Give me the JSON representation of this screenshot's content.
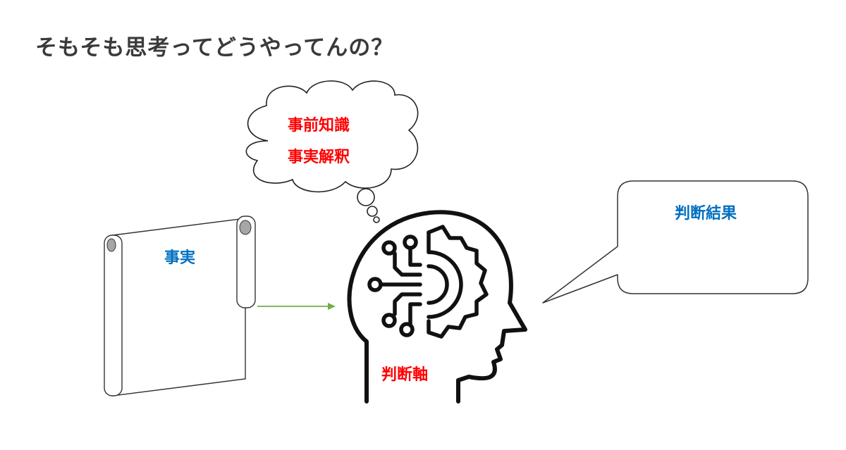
{
  "title": "そもそも思考ってどうやってんの？",
  "thought_bubble": {
    "lines": [
      "事前知識",
      "事実解釈"
    ]
  },
  "fact_scroll": {
    "label": "事実"
  },
  "head": {
    "label": "判断軸",
    "icon": "head-with-circuit-gear-icon"
  },
  "speech_bubble": {
    "label": "判断結果"
  },
  "colors": {
    "title": "#3a3a3a",
    "red_label": "#ff0000",
    "blue_label": "#0070c0",
    "arrow": "#70ad47",
    "outline": "#222222",
    "scroll_curl": "#a6a6a6"
  }
}
